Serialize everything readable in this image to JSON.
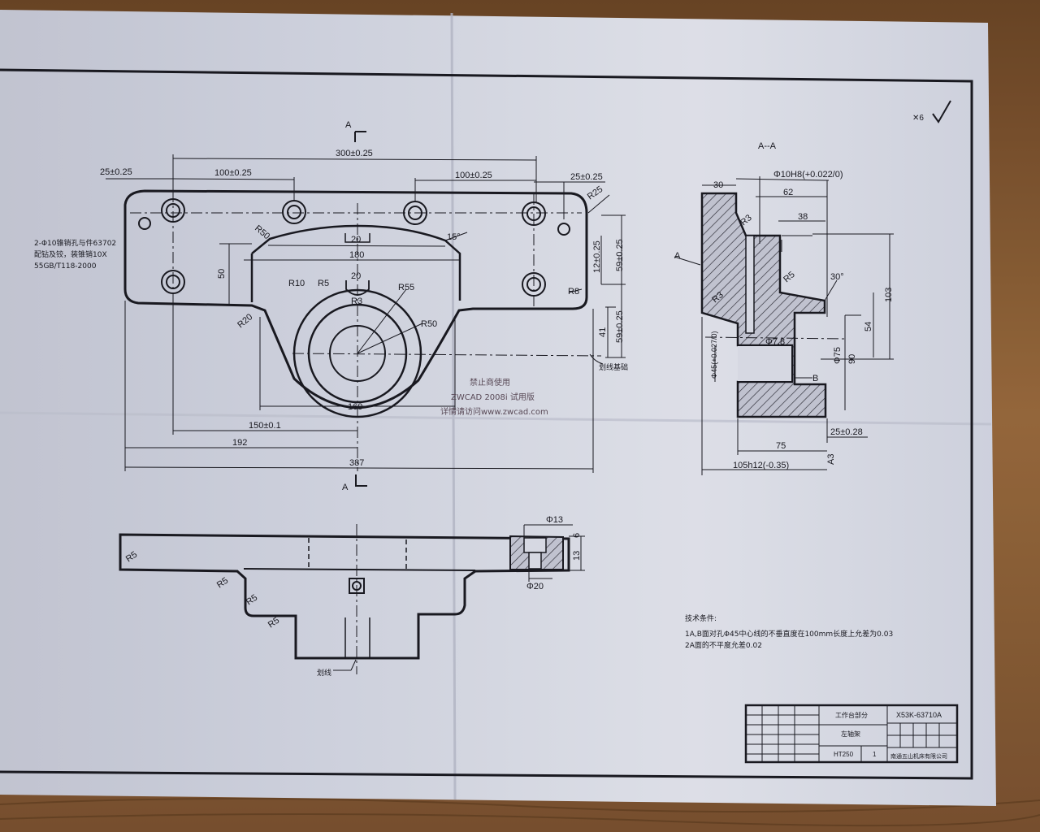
{
  "drawing": {
    "section_mark_top": "A",
    "section_mark_bottom": "A",
    "section_title": "A--A",
    "roughness_mark": "✕6",
    "dimensions_front": {
      "d300": "300±0.25",
      "d25_left": "25±0.25",
      "d100_left": "100±0.25",
      "d100_right": "100±0.25",
      "d25_right": "25±0.25",
      "r25": "R25",
      "r50_top": "R50",
      "d20_top": "20",
      "d180": "180",
      "d20_mid": "20",
      "angle15": "15°",
      "d50": "50",
      "r10": "R10",
      "r5": "R5",
      "r3": "R3",
      "r55": "R55",
      "r20": "R20",
      "r50": "R50",
      "r8": "R8",
      "d12": "12±0.25",
      "d59_top": "59±0.25",
      "d41": "41",
      "d59_bottom": "59±0.25",
      "d160": "160",
      "d150": "150±0.1",
      "d192": "192",
      "d387": "387",
      "scribe_base": "划线基础"
    },
    "side_note": [
      "2-Φ10锥销孔与件63702",
      "配钻及铰，装锥销10X",
      "55GB/T118-2000"
    ],
    "section_dims": {
      "d30": "30",
      "phi10": "Φ10H8(+0.022/0)",
      "d62": "62",
      "d38": "38",
      "r3_a": "R3",
      "r5": "R5",
      "r3_b": "R3",
      "angle30": "30°",
      "d103": "103",
      "d54": "54",
      "d90": "90",
      "phi75": "Φ75",
      "phi45": "Φ45(+0.027/0)",
      "phi7_8": "Φ7.8",
      "label_a": "A",
      "label_b": "B",
      "d25_28": "25±0.28",
      "d75": "75",
      "d105": "105h12(-0.35)",
      "a3": "A3"
    },
    "top_view_dims": {
      "r5_a": "R5",
      "r5_b": "R5",
      "r5_c": "R5",
      "r5_d": "R5",
      "phi13": "Φ13",
      "d13_b": "13",
      "d6": "6",
      "phi20": "Φ20",
      "scribe": "划线"
    },
    "watermark": [
      "禁止商使用",
      "ZWCAD 2008i 试用版",
      "详情请访问www.zwcad.com"
    ],
    "tech_requirements": {
      "title": "技术条件:",
      "lines": [
        "1A,B面对孔Φ45中心线的不垂直度在100mm长度上允差为0.03",
        "2A面的不平度允差0.02"
      ]
    },
    "title_block": {
      "assembly": "工作台部分",
      "part_name": "左轴架",
      "drawing_no": "X53K-63710A",
      "material": "HT250",
      "qty": "1",
      "company": "南通五山机床有限公司"
    }
  },
  "colors": {
    "paper": "#dddfeb",
    "ink": "#1b1b22",
    "table": "#8a5f36"
  }
}
